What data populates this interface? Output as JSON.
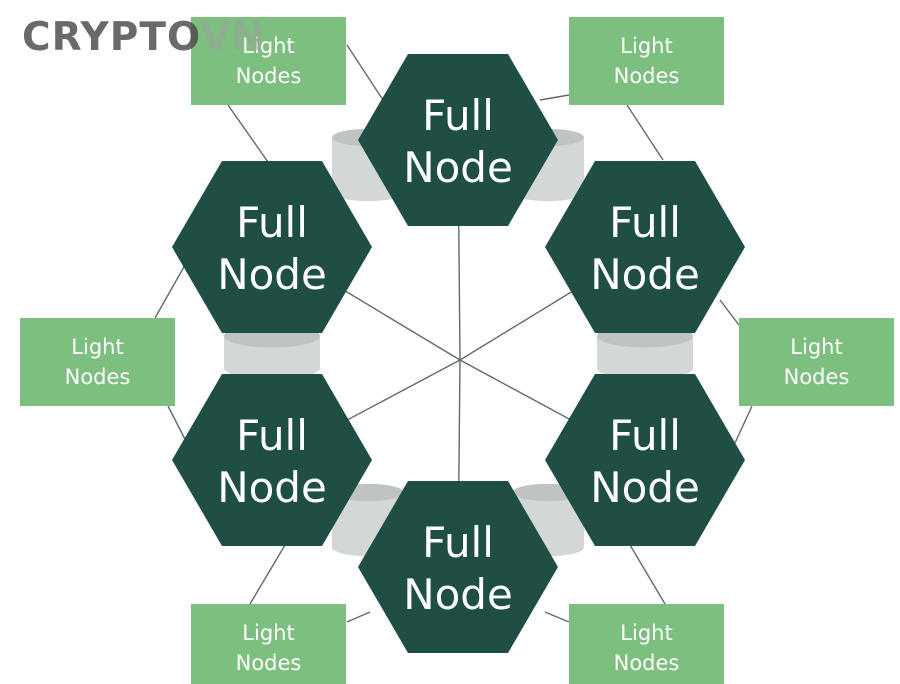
{
  "watermark": {
    "brand": "CRYPTO",
    "suffix": "VN"
  },
  "full_nodes": [
    {
      "line1": "Full",
      "line2": "Node"
    },
    {
      "line1": "Full",
      "line2": "Node"
    },
    {
      "line1": "Full",
      "line2": "Node"
    },
    {
      "line1": "Full",
      "line2": "Node"
    },
    {
      "line1": "Full",
      "line2": "Node"
    },
    {
      "line1": "Full",
      "line2": "Node"
    }
  ],
  "light_nodes": [
    {
      "line1": "Light",
      "line2": "Nodes"
    },
    {
      "line1": "Light",
      "line2": "Nodes"
    },
    {
      "line1": "Light",
      "line2": "Nodes"
    },
    {
      "line1": "Light",
      "line2": "Nodes"
    },
    {
      "line1": "Light",
      "line2": "Nodes"
    },
    {
      "line1": "Light",
      "line2": "Nodes"
    }
  ],
  "colors": {
    "full_node_fill": "#1f4e45",
    "light_node_fill": "#7dbf7f",
    "connector_line": "#5f6b68",
    "cylinder_fill": "#d3d7d5",
    "cylinder_shade": "#bfc4c2"
  }
}
